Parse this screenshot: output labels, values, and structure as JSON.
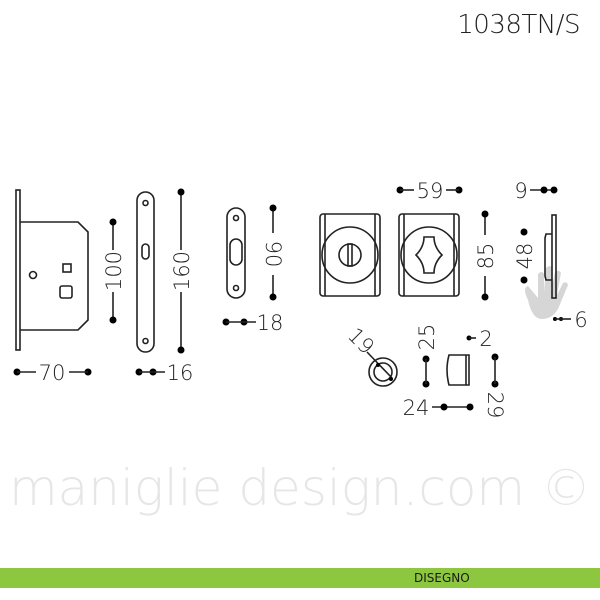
{
  "title": "1038TN/S",
  "watermark": "maniglie design.com ©",
  "footer": {
    "label": "DISEGNO",
    "color": "#8dc63f"
  },
  "dimensions": {
    "lock_height": "100",
    "lock_width": "70",
    "plate_height": "160",
    "plate_width": "16",
    "strike_height": "90",
    "strike_width": "18",
    "rose_width": "59",
    "rose_height": "85",
    "side_thickness": "9",
    "side_height": "48",
    "side_plate": "6",
    "ring_diameter": "19",
    "cylinder_25": "25",
    "cylinder_2": "2",
    "cylinder_29": "29",
    "cylinder_24": "24"
  }
}
